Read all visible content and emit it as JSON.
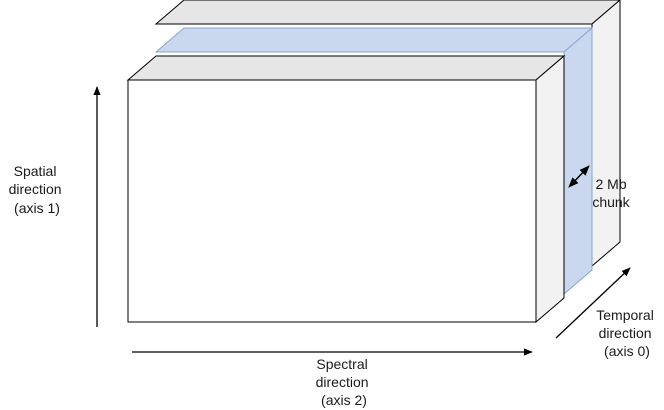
{
  "labels": {
    "spatial": [
      "Spatial",
      "direction",
      "(axis 1)"
    ],
    "spectral": [
      "Spectral",
      "direction",
      "(axis 2)"
    ],
    "temporal": [
      "Temporal",
      "direction",
      "(axis 0)"
    ],
    "chunk": [
      "2 Mb",
      "chunk"
    ]
  },
  "colors": {
    "face": "#ffffff",
    "side": "#f2f2f2",
    "top": "#e6e6e6",
    "chunk_fill": "#c9d8ee",
    "chunk_stroke": "#8aa6cf",
    "stroke": "#000000"
  }
}
